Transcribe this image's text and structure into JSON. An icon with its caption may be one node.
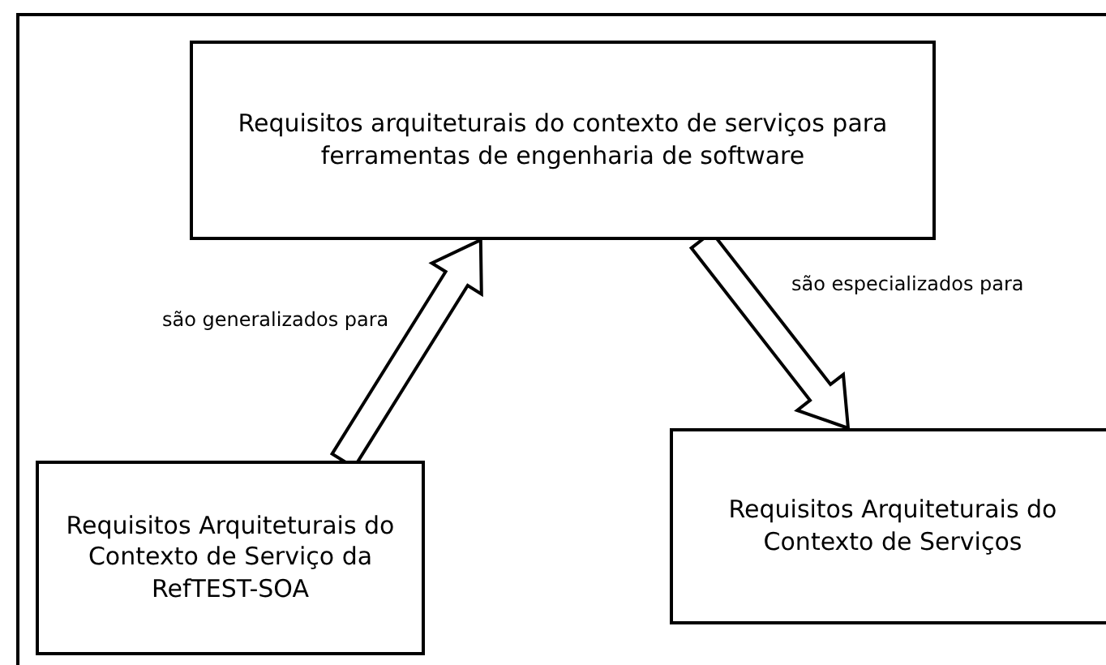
{
  "diagram": {
    "nodes": [
      {
        "text": [
          "Requisitos arquiteturais do contexto de serviços para ferramentas de engenharia de software"
        ]
      },
      {
        "text": [
          "Requisitos Arquiteturais do Contexto de Serviço da RefTEST-SOA"
        ]
      },
      {
        "text": [
          "Requisitos Arquiteturais do Contexto de Serviços"
        ]
      }
    ],
    "edges": [
      {
        "from": 1,
        "to": 0,
        "arrow": "to",
        "label": "são generalizados para"
      },
      {
        "from": 0,
        "to": 2,
        "arrow": "to",
        "label": "são especializados para"
      }
    ]
  }
}
